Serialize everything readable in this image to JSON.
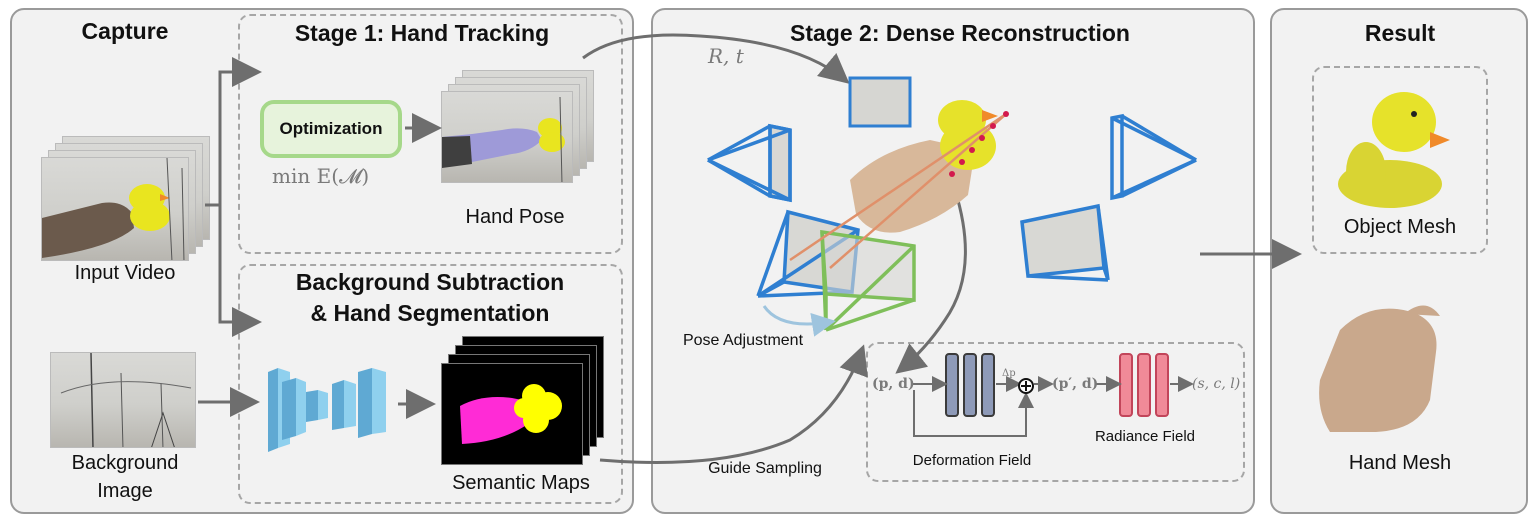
{
  "capture": {
    "title": "Capture",
    "input_video_label": "Input Video",
    "background_label_line1": "Background",
    "background_label_line2": "Image"
  },
  "stage1": {
    "title": "Stage 1: Hand Tracking",
    "optimization_label": "Optimization",
    "objective": "min E(𝓜)",
    "hand_pose_label": "Hand Pose"
  },
  "segmentation": {
    "title_line1": "Background Subtraction",
    "title_line2": "& Hand Segmentation",
    "semantic_maps_label": "Semantic Maps"
  },
  "stage2": {
    "title": "Stage 2: Dense Reconstruction",
    "pose_math": "R, t",
    "pose_adjustment_label": "Pose Adjustment",
    "guide_sampling_label": "Guide Sampling",
    "input_math": "(p, d)",
    "delta_math": "Δp",
    "warped_math": "(p′, d)",
    "output_math": "(s, c, l)",
    "deformation_label": "Deformation Field",
    "radiance_label": "Radiance Field"
  },
  "result": {
    "title": "Result",
    "object_mesh_label": "Object Mesh",
    "hand_mesh_label": "Hand Mesh"
  },
  "colors": {
    "panel_bg": "#f2f2f2",
    "arrow": "#6e6e6e",
    "camera_blue": "#2f7fd1",
    "camera_green": "#7fbf5a",
    "optimization_border": "#a6d88a",
    "optimization_fill": "#e7f3dc",
    "deformation_block": "#8e9ab8",
    "radiance_block": "#f08a98",
    "unet_blue": "#7fc3e6",
    "mask_magenta": "#ff2bd6",
    "mask_yellow": "#ffff00",
    "duck_yellow": "#e6e22a",
    "skin": "#d8b89a"
  },
  "icons": [
    "camera-frustum-icon",
    "duck-model-icon",
    "hand-model-icon",
    "video-frame-icon",
    "unet-icon",
    "mlp-block-icon",
    "sum-icon"
  ]
}
